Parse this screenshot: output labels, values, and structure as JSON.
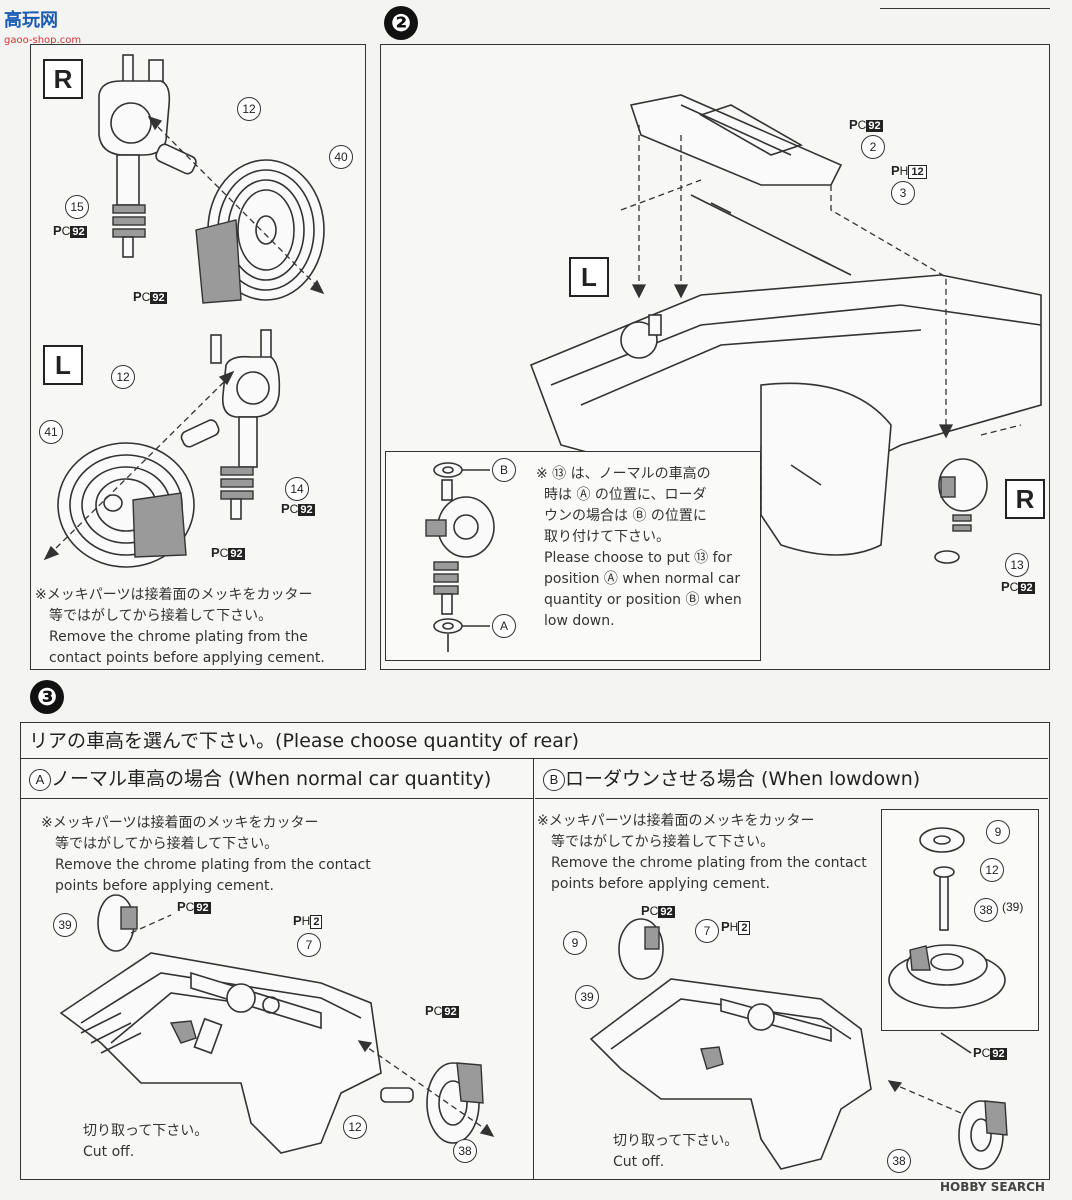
{
  "watermark": {
    "logo_text": "高玩网",
    "url": "gaoo-shop.com",
    "bottom": "HOBBY SEARCH"
  },
  "step2": {
    "number": "❷"
  },
  "step3": {
    "number": "❸",
    "header": "リアの車高を選んで下さい。(Please choose quantity of rear)",
    "col_a_title": "ノーマル車高の場合 (When normal car quantity)",
    "col_b_title": "ローダウンさせる場合 (When lowdown)",
    "col_a_letter": "A",
    "col_b_letter": "B"
  },
  "panel_rl": {
    "label_r": "R",
    "label_l": "L",
    "note_jp_1": "※メッキパーツは接着面のメッキをカッター",
    "note_jp_2": "等ではがしてから接着して下さい。",
    "note_en_1": "Remove the chrome plating from the",
    "note_en_2": "contact points before applying cement."
  },
  "panel2": {
    "label_l": "L",
    "label_r": "R",
    "inset_jp_1": "※ ⑬ は、ノーマルの車高の",
    "inset_jp_2": "時は Ⓐ の位置に、ローダ",
    "inset_jp_3": "ウンの場合は Ⓑ の位置に",
    "inset_jp_4": "取り付けて下さい。",
    "inset_en_1": "Please choose to put ⑬ for",
    "inset_en_2": "position Ⓐ when normal car",
    "inset_en_3": "quantity or position Ⓑ when",
    "inset_en_4": "low down.",
    "inset_b": "B",
    "inset_a": "A"
  },
  "col_a": {
    "note_jp_1": "※メッキパーツは接着面のメッキをカッター",
    "note_jp_2": "等ではがしてから接着して下さい。",
    "note_en_1": "Remove the chrome plating from the contact",
    "note_en_2": "points before applying cement.",
    "cut_jp": "切り取って下さい。",
    "cut_en": "Cut off."
  },
  "col_b": {
    "note_jp_1": "※メッキパーツは接着面のメッキをカッター",
    "note_jp_2": "等ではがしてから接着して下さい。",
    "note_en_1": "Remove the chrome plating from the contact",
    "note_en_2": "points before applying cement.",
    "cut_jp": "切り取って下さい。",
    "cut_en": "Cut off.",
    "alt_part": "(39)"
  },
  "parts": {
    "p12": "12",
    "p15": "15",
    "p40": "40",
    "p41": "41",
    "p14": "14",
    "p2": "2",
    "p3": "3",
    "p13": "13",
    "p39": "39",
    "p7": "7",
    "p38": "38",
    "p9": "9"
  },
  "codes": {
    "pc_letter": "P",
    "pc_sub": "C",
    "pc_num": "92",
    "ph_sub": "H",
    "ph_num_12": "12",
    "ph_num_2": "2"
  }
}
